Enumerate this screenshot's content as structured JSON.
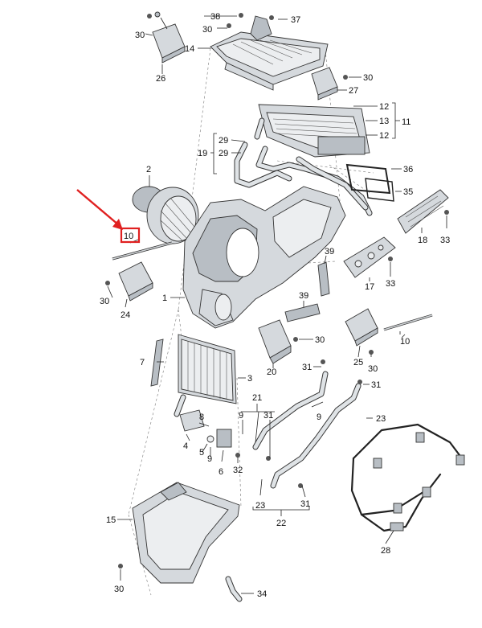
{
  "diagram": {
    "highlight_color": "#e02020",
    "highlighted_label": "10",
    "labels": {
      "l1": "1",
      "l2": "2",
      "l3": "3",
      "l4": "4",
      "l5": "5",
      "l6": "6",
      "l7": "7",
      "l8": "8",
      "l9a": "9",
      "l9b": "9",
      "l9c": "9",
      "l10a": "10",
      "l10b": "10",
      "l11": "11",
      "l12a": "12",
      "l12b": "12",
      "l13": "13",
      "l14": "14",
      "l15": "15",
      "l17": "17",
      "l18": "18",
      "l19": "19",
      "l20": "20",
      "l21": "21",
      "l22": "22",
      "l23a": "23",
      "l23b": "23",
      "l24": "24",
      "l25": "25",
      "l26": "26",
      "l27": "27",
      "l28": "28",
      "l29a": "29",
      "l29b": "29",
      "l30a": "30",
      "l30b": "30",
      "l30c": "30",
      "l30d": "30",
      "l30e": "30",
      "l30f": "30",
      "l30g": "30",
      "l31a": "31",
      "l31b": "31",
      "l31c": "31",
      "l31d": "31",
      "l32": "32",
      "l33a": "33",
      "l33b": "33",
      "l34": "34",
      "l35": "35",
      "l36": "36",
      "l37": "37",
      "l38": "38",
      "l39a": "39",
      "l39b": "39"
    }
  }
}
